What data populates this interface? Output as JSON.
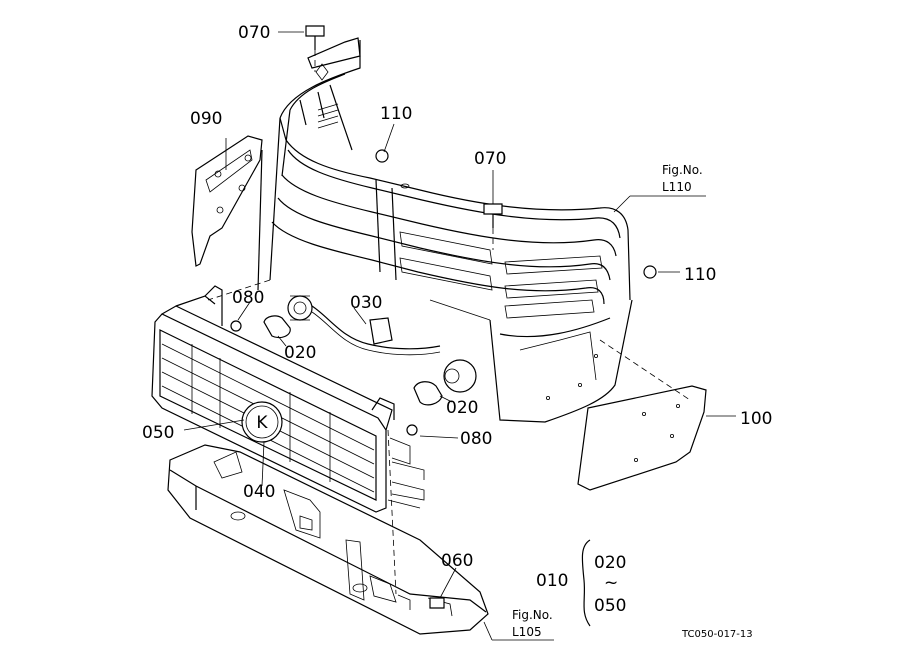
{
  "labels": {
    "p070a": "070",
    "p070b": "070",
    "p090": "090",
    "p110a": "110",
    "p110b": "110",
    "p080a": "080",
    "p080b": "080",
    "p030": "030",
    "p020a": "020",
    "p020b": "020",
    "p100": "100",
    "p050": "050",
    "p040": "040",
    "p060": "060",
    "p010": "010",
    "range_from": "020",
    "range_tilde": "~",
    "range_to": "050"
  },
  "figrefs": {
    "fig_l110_title": "Fig.No.",
    "fig_l110_code": "L110",
    "fig_l105_title": "Fig.No.",
    "fig_l105_code": "L105"
  },
  "footer_code": "TC050-017-13",
  "emblem_letter": "K"
}
